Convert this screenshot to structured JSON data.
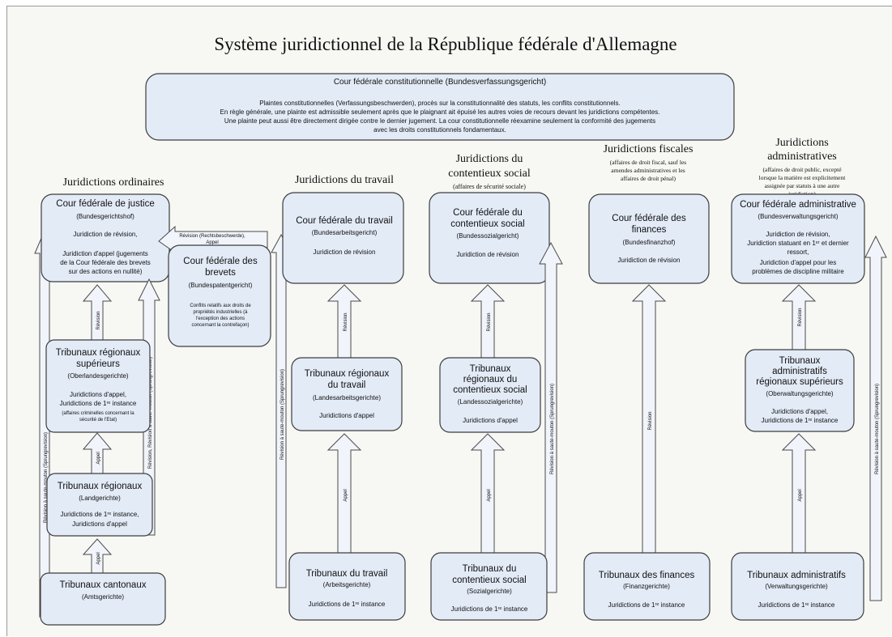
{
  "title": "Système juridictionnel de la République fédérale d'Allemagne",
  "constitutional": {
    "name": "Cour fédérale constitutionnelle (Bundesverfassungsgericht)",
    "lines": [
      "Plaintes constitutionnelles (Verfassungsbeschwerden), procès sur la constitutionnalité des statuts, les conflits constitutionnels.",
      "En règle générale, une plainte est admissible seulement après que le plaignant ait épuisé les autres voies de recours devant les juridictions compétentes.",
      "Une plainte peut aussi être directement dirigée contre le dernier jugement. La cour constitutionnelle réexamine seulement la conformité des jugements",
      "avec les droits constitutionnels fondamentaux."
    ]
  },
  "columns": {
    "ordinary": {
      "heading": "Juridictions ordinaires",
      "federal": {
        "name": "Cour fédérale de justice",
        "german": "(Bundesgerichtshof)",
        "role1": "Juridiction de révision,",
        "role2": "Juridiction d'appel (jugements",
        "role3": "de la Cour fédérale des brevets",
        "role4": "sur des actions en nullité)"
      },
      "patent": {
        "name1": "Cour fédérale des",
        "name2": "brevets",
        "german": "(Bundespatentgericht)",
        "d1": "Conflits relatifs aux droits de",
        "d2": "propriétés industrielles (à",
        "d3": "l'exception des actions",
        "d4": "concernant la contrefaçon)"
      },
      "higher": {
        "name1": "Tribunaux régionaux",
        "name2": "supérieurs",
        "german": "(Oberlandesgerichte)",
        "r1": "Juridictions d'appel,",
        "r2": "Juridictions de 1ʳᵉ instance",
        "n1": "(affaires criminelles concernant la",
        "n2": "sécurité de l'Etat)"
      },
      "regional": {
        "name": "Tribunaux régionaux",
        "german": "(Landgerichte)",
        "r1": "Juridictions de 1ʳᵉ instance,",
        "r2": "Juridictions d'appel"
      },
      "local": {
        "name": "Tribunaux cantonaux",
        "german": "(Amtsgerichte)",
        "r1": "Juridictions de 1ʳᵉ instance"
      },
      "revision_appel1": "Révision (Rechtsbeschwerde),",
      "revision_appel2": "Appel",
      "revision": "Révision",
      "appel": "Appel",
      "appel2": "Appel",
      "leap": "Révision à saute-mouton (Sprungrevision)",
      "leap2": "Révision, Révision à saute-mouton (Sprungrevision)"
    },
    "labour": {
      "heading": "Juridictions du travail",
      "federal": {
        "name": "Cour fédérale du travail",
        "german": "(Bundesarbeitsgericht)",
        "role": "Juridiction de révision"
      },
      "regional": {
        "name1": "Tribunaux régionaux",
        "name2": "du travail",
        "german": "(Landesarbeitsgerichte)",
        "role": "Juridictions d'appel"
      },
      "local": {
        "name": "Tribunaux du travail",
        "german": "(Arbeitsgerichte)",
        "role": "Juridictions de 1ʳᵉ instance"
      },
      "revision": "Révision",
      "appel": "Appel",
      "leap": "Révision à saute-mouton (Sprungrevision)"
    },
    "social": {
      "heading1": "Juridictions du",
      "heading2": "contentieux social",
      "sub": "(affaires de sécurité sociale)",
      "federal": {
        "name1": "Cour fédérale du",
        "name2": "contentieux social",
        "german": "(Bundessozialgericht)",
        "role": "Juridiction de révision"
      },
      "regional": {
        "name1": "Tribunaux",
        "name2": "régionaux du",
        "name3": "contentieux social",
        "german": "(Landessozialgerichte)",
        "role": "Juridictions d'appel"
      },
      "local": {
        "name1": "Tribunaux du",
        "name2": "contentieux social",
        "german": "(Sozialgerichte)",
        "role": "Juridictions de 1ʳᵉ instance"
      },
      "revision": "Révision",
      "appel": "Appel",
      "leap": "Révision à saute-mouton (Sprungrevision)"
    },
    "finance": {
      "heading": "Juridictions fiscales",
      "sub1": "(affaires de droit fiscal, sauf les",
      "sub2": "amendes administratives et les",
      "sub3": "affaires de droit pénal)",
      "federal": {
        "name1": "Cour fédérale des",
        "name2": "finances",
        "german": "(Bundesfinanzhof)",
        "role": "Juridiction de révision"
      },
      "local": {
        "name": "Tribunaux des finances",
        "german": "(Finanzgerichte)",
        "role": "Juridictions de 1ʳᵉ instance"
      },
      "revision": "Révision"
    },
    "admin": {
      "heading1": "Juridictions",
      "heading2": "administratives",
      "sub1": "(affaires de droit public, excepté",
      "sub2": "lorsque la matière est explicitement",
      "sub3": "assignée par statuts à une autre",
      "sub4": "juridiction)",
      "federal": {
        "name": "Cour fédérale administrative",
        "german": "(Bundesverwaltungsgericht)",
        "r1": "Juridiction de révision,",
        "r2": "Juridiction statuant en 1ᵉʳ et dernier",
        "r3": "ressort,",
        "r4": "Juridiction d'appel pour les",
        "r5": "problèmes de discipline militaire"
      },
      "regional": {
        "name1": "Tribunaux",
        "name2": "administratifs",
        "name3": "régionaux supérieurs",
        "german": "(Oberwaltungsgerichte)",
        "r1": "Juridictions d'appel,",
        "r2": "Juridictions de 1ʳᵉ instance"
      },
      "local": {
        "name": "Tribunaux administratifs",
        "german": "(Verwaltungsgerichte)",
        "role": "Juridictions de 1ʳᵉ instance"
      },
      "revision": "Révision",
      "appel": "Appel",
      "leap": "Révision à saute-mouton (Sprungrevision)"
    }
  },
  "colors": {
    "box_fill": "#e3ebf7",
    "box_stroke": "#3d3d3d",
    "arrow_fill": "#f1f5fb",
    "background": "#f7f7f4"
  }
}
